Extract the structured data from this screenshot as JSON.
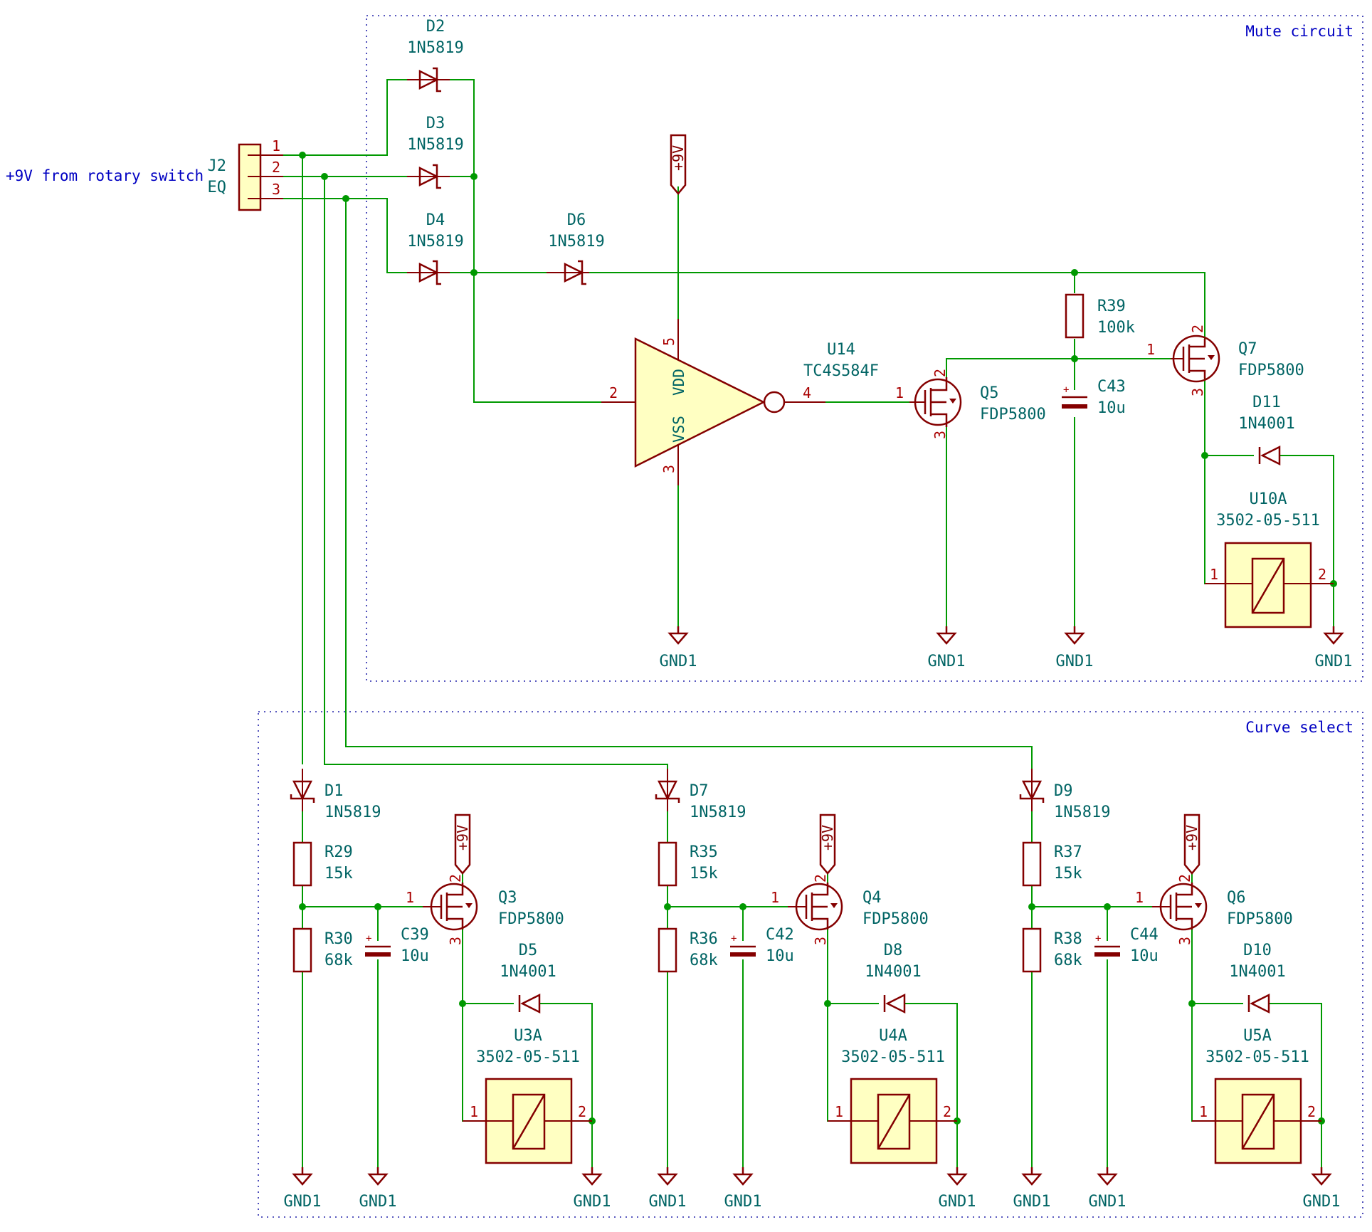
{
  "sections": {
    "mute": "Mute circuit",
    "curve": "Curve select"
  },
  "note": "+9V from rotary switch",
  "nets": {
    "vcc": "+9V",
    "gnd": "GND1"
  },
  "connector": {
    "ref": "J2",
    "val": "EQ",
    "pins": [
      "1",
      "2",
      "3"
    ]
  },
  "diodes": {
    "D1": {
      "ref": "D1",
      "val": "1N5819"
    },
    "D2": {
      "ref": "D2",
      "val": "1N5819"
    },
    "D3": {
      "ref": "D3",
      "val": "1N5819"
    },
    "D4": {
      "ref": "D4",
      "val": "1N5819"
    },
    "D5": {
      "ref": "D5",
      "val": "1N4001"
    },
    "D6": {
      "ref": "D6",
      "val": "1N5819"
    },
    "D7": {
      "ref": "D7",
      "val": "1N5819"
    },
    "D8": {
      "ref": "D8",
      "val": "1N4001"
    },
    "D9": {
      "ref": "D9",
      "val": "1N5819"
    },
    "D10": {
      "ref": "D10",
      "val": "1N4001"
    },
    "D11": {
      "ref": "D11",
      "val": "1N4001"
    }
  },
  "resistors": {
    "R29": {
      "ref": "R29",
      "val": "15k"
    },
    "R30": {
      "ref": "R30",
      "val": "68k"
    },
    "R35": {
      "ref": "R35",
      "val": "15k"
    },
    "R36": {
      "ref": "R36",
      "val": "68k"
    },
    "R37": {
      "ref": "R37",
      "val": "15k"
    },
    "R38": {
      "ref": "R38",
      "val": "68k"
    },
    "R39": {
      "ref": "R39",
      "val": "100k"
    }
  },
  "capacitors": {
    "C39": {
      "ref": "C39",
      "val": "10u"
    },
    "C42": {
      "ref": "C42",
      "val": "10u"
    },
    "C43": {
      "ref": "C43",
      "val": "10u"
    },
    "C44": {
      "ref": "C44",
      "val": "10u"
    }
  },
  "mosfets": {
    "Q3": {
      "ref": "Q3",
      "val": "FDP5800"
    },
    "Q4": {
      "ref": "Q4",
      "val": "FDP5800"
    },
    "Q5": {
      "ref": "Q5",
      "val": "FDP5800"
    },
    "Q6": {
      "ref": "Q6",
      "val": "FDP5800"
    },
    "Q7": {
      "ref": "Q7",
      "val": "FDP5800"
    }
  },
  "mosfet_pins": {
    "gate": "1",
    "drain": "2",
    "source": "3"
  },
  "relays": {
    "U3A": {
      "ref": "U3A",
      "val": "3502-05-511"
    },
    "U4A": {
      "ref": "U4A",
      "val": "3502-05-511"
    },
    "U5A": {
      "ref": "U5A",
      "val": "3502-05-511"
    },
    "U10A": {
      "ref": "U10A",
      "val": "3502-05-511"
    }
  },
  "relay_pins": [
    "1",
    "2"
  ],
  "inverter": {
    "ref": "U14",
    "val": "TC4S584F",
    "pins": {
      "in": "2",
      "out": "4",
      "vdd": "5",
      "vss": "3"
    },
    "pin_names": {
      "vdd": "VDD",
      "vss": "VSS"
    }
  }
}
